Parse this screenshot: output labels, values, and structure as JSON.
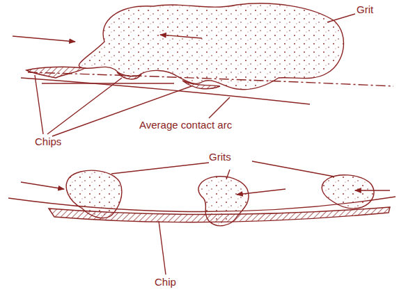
{
  "diagram": {
    "labels": [
      "Grit",
      "Chips",
      "Average contact arc",
      "Grits",
      "Chip"
    ]
  }
}
